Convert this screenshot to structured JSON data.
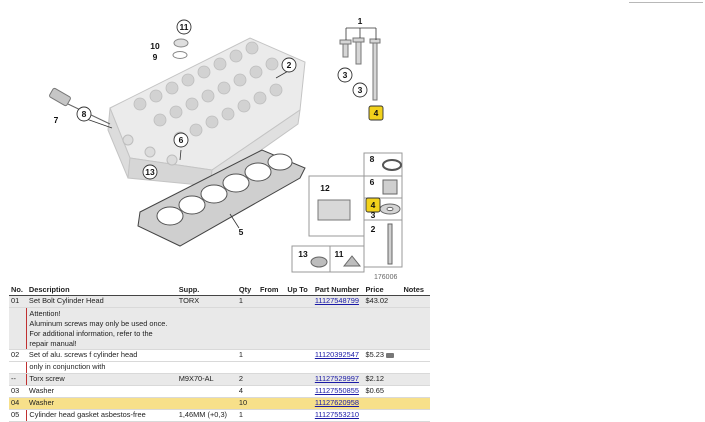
{
  "diagram": {
    "callouts": [
      "11",
      "10",
      "9",
      "2",
      "1",
      "3",
      "3",
      "7",
      "8",
      "4",
      "6",
      "13",
      "8",
      "6",
      "4",
      "12",
      "5",
      "3",
      "2",
      "13",
      "11"
    ],
    "image_number": "176006"
  },
  "table": {
    "headers": [
      "No.",
      "Description",
      "Supp.",
      "Qty",
      "From",
      "Up To",
      "Part Number",
      "Price",
      "Notes"
    ],
    "rows": [
      {
        "no": "01",
        "desc": "Set Bolt Cylinder Head",
        "supp": "TORX",
        "qty": "1",
        "part": "11127548799",
        "price": "$43.02"
      },
      {
        "attention": [
          "Attention!",
          "Aluminum screws may only be used once.",
          "For additional information, refer to the",
          "repair manual!"
        ]
      },
      {
        "no": "02",
        "desc": "Set of alu. screws f cylinder head",
        "supp": "",
        "qty": "1",
        "part": "11120392547",
        "price": "$5.23"
      },
      {
        "no": "",
        "desc": "only in conjunction with",
        "supp": "",
        "qty": "",
        "part": "",
        "price": ""
      },
      {
        "no": "--",
        "desc": "Torx screw",
        "supp": "M9X70-AL",
        "qty": "2",
        "part": "11127529997",
        "price": "$2.12"
      },
      {
        "no": "03",
        "desc": "Washer",
        "supp": "",
        "qty": "4",
        "part": "11127550855",
        "price": "$0.65"
      },
      {
        "no": "04",
        "desc": "Washer",
        "supp": "",
        "qty": "10",
        "part": "11127620958",
        "price": ""
      },
      {
        "no": "05",
        "desc": "Cylinder head gasket asbestos-free",
        "supp": "1,46MM (+0,3)",
        "qty": "1",
        "part": "11127553210",
        "price": ""
      }
    ]
  },
  "colors": {
    "highlight": "#f7e08a",
    "grey_row": "#e9e9e9",
    "link": "#1a1aa6",
    "callout_highlight": "#f2d21b"
  }
}
